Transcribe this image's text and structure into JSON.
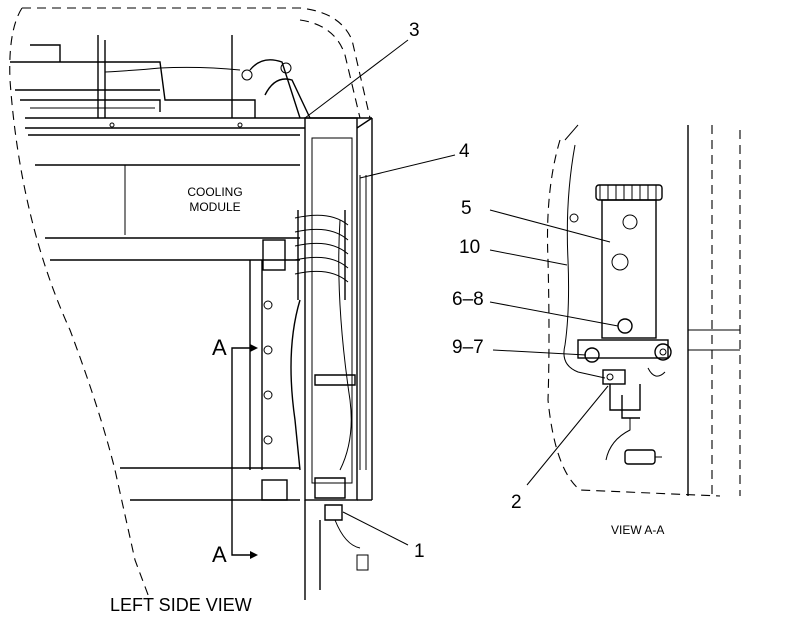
{
  "callouts": {
    "c1": "1",
    "c2": "2",
    "c3": "3",
    "c4": "4",
    "c5": "5",
    "c10": "10",
    "c6_8": "6–8",
    "c9_7": "9–7"
  },
  "module_label_line1": "COOLING",
  "module_label_line2": "MODULE",
  "section_marker_top": "A",
  "section_marker_bottom": "A",
  "left_view_title": "LEFT SIDE VIEW",
  "right_view_title": "VIEW A-A"
}
